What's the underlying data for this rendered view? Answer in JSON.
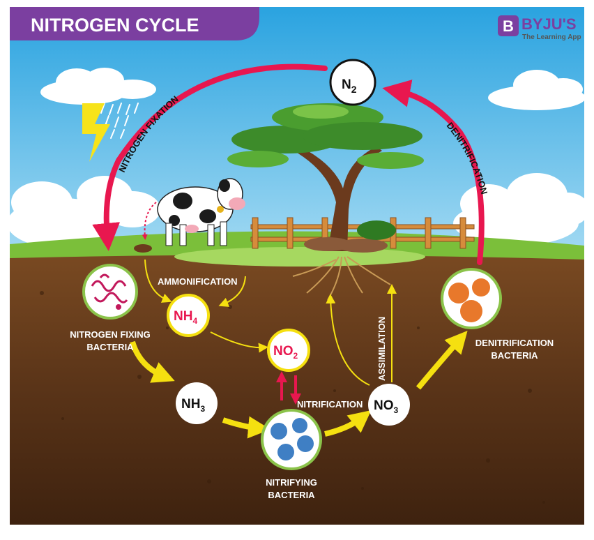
{
  "title": "NITROGEN CYCLE",
  "brand": {
    "name": "BYJU'S",
    "tagline": "The Learning App",
    "logo_letter": "B",
    "color": "#7b3fa0"
  },
  "process_labels": {
    "nitrogen_fixation": "NITROGEN FIXATION",
    "denitrification": "DENITRIFICATION",
    "ammonification": "AMMONIFICATION",
    "assimilation": "ASSIMILATION",
    "nitrification": "NITRIFICATION"
  },
  "compounds": {
    "n2": {
      "base": "N",
      "sub": "2"
    },
    "nh4": {
      "base": "NH",
      "sub": "4"
    },
    "no2": {
      "base": "NO",
      "sub": "2"
    },
    "nh3": {
      "base": "NH",
      "sub": "3"
    },
    "no3": {
      "base": "NO",
      "sub": "3"
    }
  },
  "organisms": {
    "nitrogen_fixing": {
      "line1": "NITROGEN FIXING",
      "line2": "BACTERIA"
    },
    "nitrifying": {
      "line1": "NITRIFYING",
      "line2": "BACTERIA"
    },
    "denitrification": {
      "line1": "DENITRIFICATION",
      "line2": "BACTERIA"
    }
  },
  "colors": {
    "cycle_arrow": "#e8174f",
    "soil_arrow": "#f5e010",
    "sky": "#56b8e6",
    "soil": "#5a3418",
    "grass": "#7bbf3a",
    "title_band": "#7b3fa0"
  }
}
